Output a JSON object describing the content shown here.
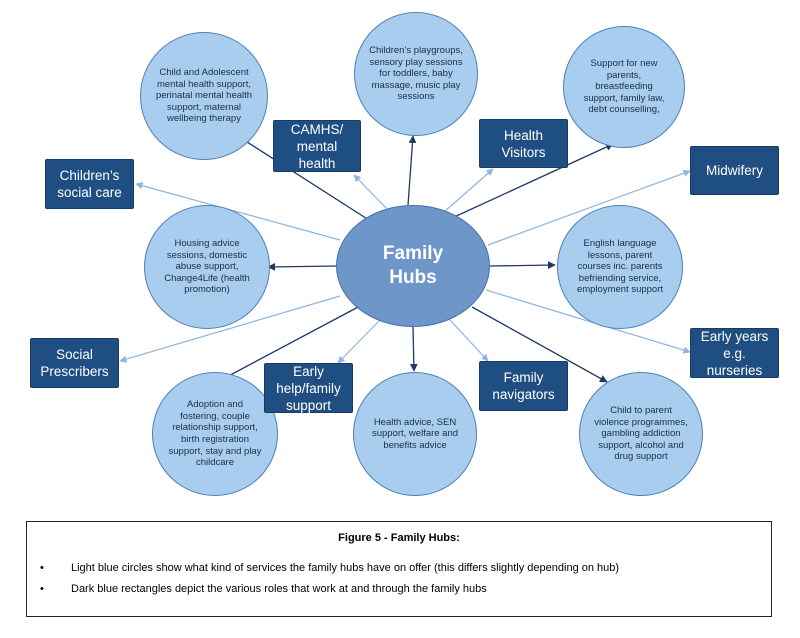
{
  "hub": {
    "label": "Family\nHubs"
  },
  "services": [
    {
      "id": "child-mental-health",
      "text": "Child and Adolescent mental health support, perinatal mental health support, maternal wellbeing therapy"
    },
    {
      "id": "playgroups",
      "text": "Children’s playgroups, sensory play sessions for toddlers, baby massage, music play sessions"
    },
    {
      "id": "new-parents",
      "text": "Support for new parents, breastfeeding support, family law, debt counselling,"
    },
    {
      "id": "housing",
      "text": "Housing advice sessions, domestic abuse support, Change4Life (health promotion)"
    },
    {
      "id": "english",
      "text": "English language lessons, parent courses inc. parents befriending service, employment support"
    },
    {
      "id": "adoption",
      "text": "Adoption and fostering, couple relationship support, birth registration support, stay and play childcare"
    },
    {
      "id": "health-advice",
      "text": "Health advice, SEN support, welfare and benefits advice"
    },
    {
      "id": "child-to-parent",
      "text": "Child to parent violence programmes, gambling addiction support, alcohol and drug support"
    }
  ],
  "roles": [
    {
      "id": "camhs",
      "text": "CAMHS/\nmental\nhealth"
    },
    {
      "id": "health-visitors",
      "text": "Health\nVisitors"
    },
    {
      "id": "midwifery",
      "text": "Midwifery"
    },
    {
      "id": "childrens-social-care",
      "text": "Children’s\nsocial care"
    },
    {
      "id": "social-prescribers",
      "text": "Social\nPrescribers"
    },
    {
      "id": "early-help",
      "text": "Early\nhelp/family\nsupport"
    },
    {
      "id": "family-navigators",
      "text": "Family\nnavigators"
    },
    {
      "id": "early-years",
      "text": "Early years\ne.g.\nnurseries"
    }
  ],
  "caption": {
    "title": "Figure 5 - Family Hubs:",
    "bullets": [
      "Light blue circles show what kind of services the family hubs have on offer (this differs slightly depending on hub)",
      "Dark blue rectangles depict the various roles that work at and through the family hubs"
    ],
    "bullet_symbol": "•"
  },
  "colors": {
    "service_fill": "#a9cdef",
    "hub_fill": "#6e96c9",
    "role_fill": "#1f4e83",
    "arrow_to_service": "#1f3864",
    "arrow_to_role": "#8fb4dd"
  }
}
